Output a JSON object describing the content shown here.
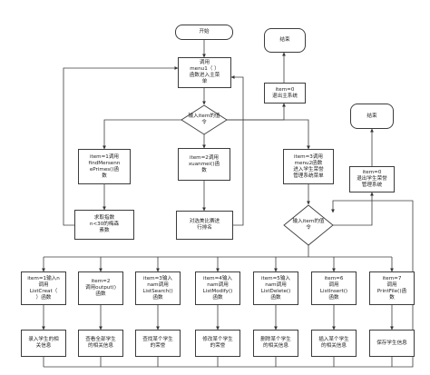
{
  "flowchart": {
    "start": "开始",
    "end_main": "结束",
    "end_menu2": "结束",
    "call_menu1": "调用\nmenu1（ ）\n函数进入主菜\n单",
    "decision1": "输入item的值\n令",
    "item0_main": "item=0\n退出主系统",
    "item1_main": "item=1调用\nfindMersenn\nePrimes()函\n数",
    "item2_main": "item=2调用\nxuanmei()函\n数",
    "item3_main": "item=3调用\nmenu2函数\n进入学生荣誉\n管理系统菜单",
    "prime_result": "求取指数\nn<30的梅森\n素数",
    "contest_result": "对选美比赛进\n行排名",
    "decision2": "输入item的值\n令",
    "item0_menu2": "item=0\n退出学生荣誉\n管理系统",
    "sub_items": [
      "item=1输入n\n调用\nListCreat（\n）函数",
      "item=2\n调用output()\n函数",
      "item=3输入\nnam调用\nListSearch()\n函数",
      "item=4输入\nnam调用\nListModify()\n函数",
      "item=5输入\nnam调用\nListDelete()\n函数",
      "item=6\n调用\nListInsert()\n函数",
      "item=7\n调用\nPrintFile()函\n数"
    ],
    "sub_results": [
      "录入学生的相\n关信息",
      "查看全部学生\n的相关信息",
      "查找某个学生\n的荣誉",
      "修改某个学生\n的荣誉",
      "删除某个学生\n的相关信息",
      "插入某个学生\n的相关信息",
      "保存学生信息"
    ]
  }
}
